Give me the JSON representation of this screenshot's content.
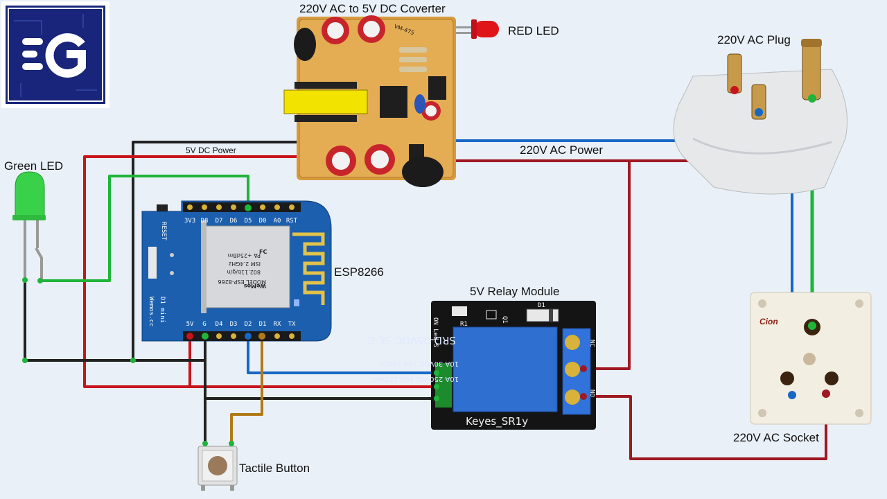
{
  "labels": {
    "converter": "220V AC to 5V DC Coverter",
    "red_led": "RED LED",
    "ac_plug": "220V AC Plug",
    "green_led": "Green LED",
    "dc_power": "5V DC Power",
    "ac_power": "220V AC Power",
    "esp": "ESP8266",
    "relay_module": "5V Relay Module",
    "ac_socket": "220V AC Socket",
    "tactile": "Tactile Button"
  },
  "logo": {
    "text": "EG"
  },
  "converter_board": {
    "model": "VM-475"
  },
  "esp_board": {
    "top_pins": [
      "3V3",
      "D8",
      "D7",
      "D6",
      "D5",
      "D0",
      "A0",
      "RST"
    ],
    "bottom_pins": [
      "5V",
      "G",
      "D4",
      "D3",
      "D2",
      "D1",
      "RX",
      "TX"
    ],
    "reset": "RESET",
    "name": "D1 mini",
    "url": "Wemos.cc",
    "module": "MODEL ESP-8266",
    "brand": "WeMos",
    "specs": [
      "802.11b/g/n",
      "ISM 2.4GHz",
      "PA +25dBm"
    ]
  },
  "relay_board": {
    "name": "Keyes_SR1y",
    "coil": "SRD-05VDC-SL-C",
    "rating1": "10A 250VAC 10A 125VAC",
    "rating2": "10A 30VDC 10A 28VDC",
    "left_pins": "ON Led S",
    "r1": "R1",
    "d1": "D1",
    "q1": "Q1",
    "nc": "NC",
    "no": "NO"
  },
  "socket": {
    "brand": "Cion"
  },
  "colors": {
    "red_wire": "#c8141c",
    "dark_red_wire": "#a01822",
    "green_wire": "#1fb43a",
    "blue_wire": "#1767c4",
    "black_wire": "#222222",
    "brown_wire": "#b07a18",
    "esp_blue": "#1b5fae",
    "relay_blue": "#2f6fd0",
    "logo_navy": "#18257a"
  }
}
